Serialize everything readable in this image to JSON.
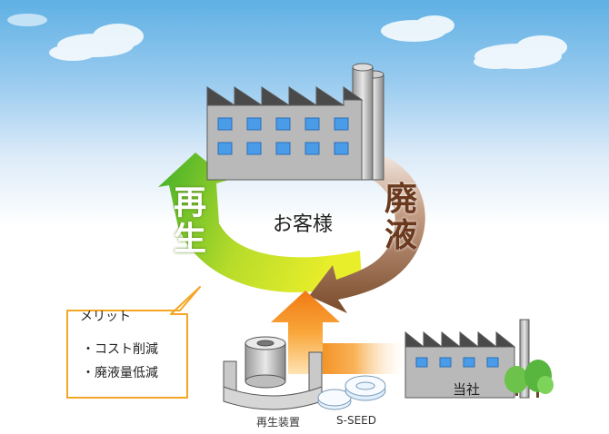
{
  "center": {
    "customer": "お客様"
  },
  "arrows": {
    "regeneration": [
      "再",
      "生"
    ],
    "waste_liquid": [
      "廃",
      "液"
    ]
  },
  "merit": {
    "title": "メリット",
    "items": [
      "・コスト削減",
      "・廃液量低減"
    ]
  },
  "our_company": {
    "label": "当社"
  },
  "equipment": {
    "device_label": "再生装置",
    "product_label": "S-SEED"
  },
  "colors": {
    "sky": "#5fb0e4",
    "regeneration_arrow": "#7fcc3a",
    "waste_arrow": "#8a5a36",
    "supply_arrow": "#f28a1e",
    "merit_border": "#f5a623",
    "factory_window": "#4a9be8",
    "tree": "#6cc24a"
  },
  "icons": [
    "cloud-icon",
    "factory-icon",
    "tree-icon",
    "regeneration-device-icon",
    "s-seed-disc-icon"
  ]
}
